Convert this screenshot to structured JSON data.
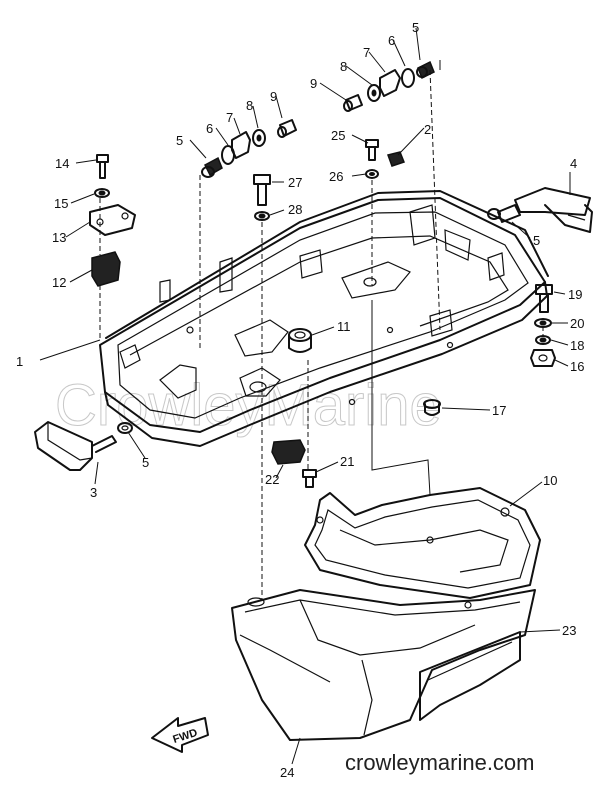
{
  "watermark": "CrowleyMarine",
  "site_label": "crowleymarine.com",
  "fwd_label": "FWD",
  "callouts": {
    "c1": "1",
    "c2": "2",
    "c3": "3",
    "c4": "4",
    "c5a": "5",
    "c5b": "5",
    "c5c": "5",
    "c5d": "5",
    "c6a": "6",
    "c6b": "6",
    "c7a": "7",
    "c7b": "7",
    "c8a": "8",
    "c8b": "8",
    "c9a": "9",
    "c9b": "9",
    "c10": "10",
    "c11": "11",
    "c12": "12",
    "c13": "13",
    "c14": "14",
    "c15": "15",
    "c16": "16",
    "c17": "17",
    "c18": "18",
    "c19": "19",
    "c20": "20",
    "c21": "21",
    "c22": "22",
    "c23": "23",
    "c24": "24",
    "c25": "25",
    "c26": "26",
    "c27": "27",
    "c28": "28"
  }
}
